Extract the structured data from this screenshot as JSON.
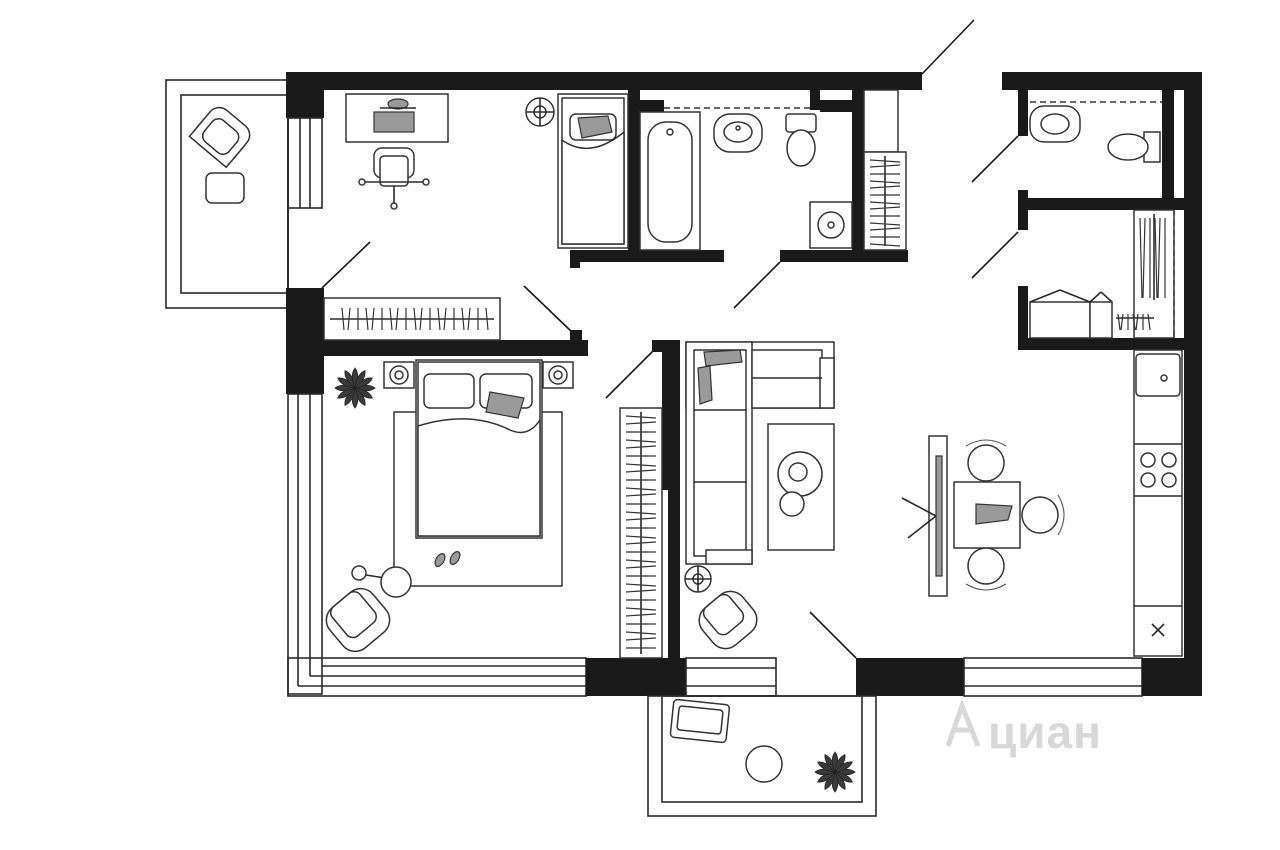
{
  "watermark": {
    "text": "циан",
    "color": "#d8d8d8",
    "icon": "cian-logo-icon"
  },
  "colors": {
    "wall": "#1a1a1a",
    "line": "#2a2a2a",
    "background": "#ffffff"
  },
  "rooms": [
    "balcony-left",
    "study-bedroom",
    "bathroom",
    "hallway",
    "toilet",
    "storage",
    "bedroom",
    "living-kitchen",
    "balcony-bottom"
  ]
}
